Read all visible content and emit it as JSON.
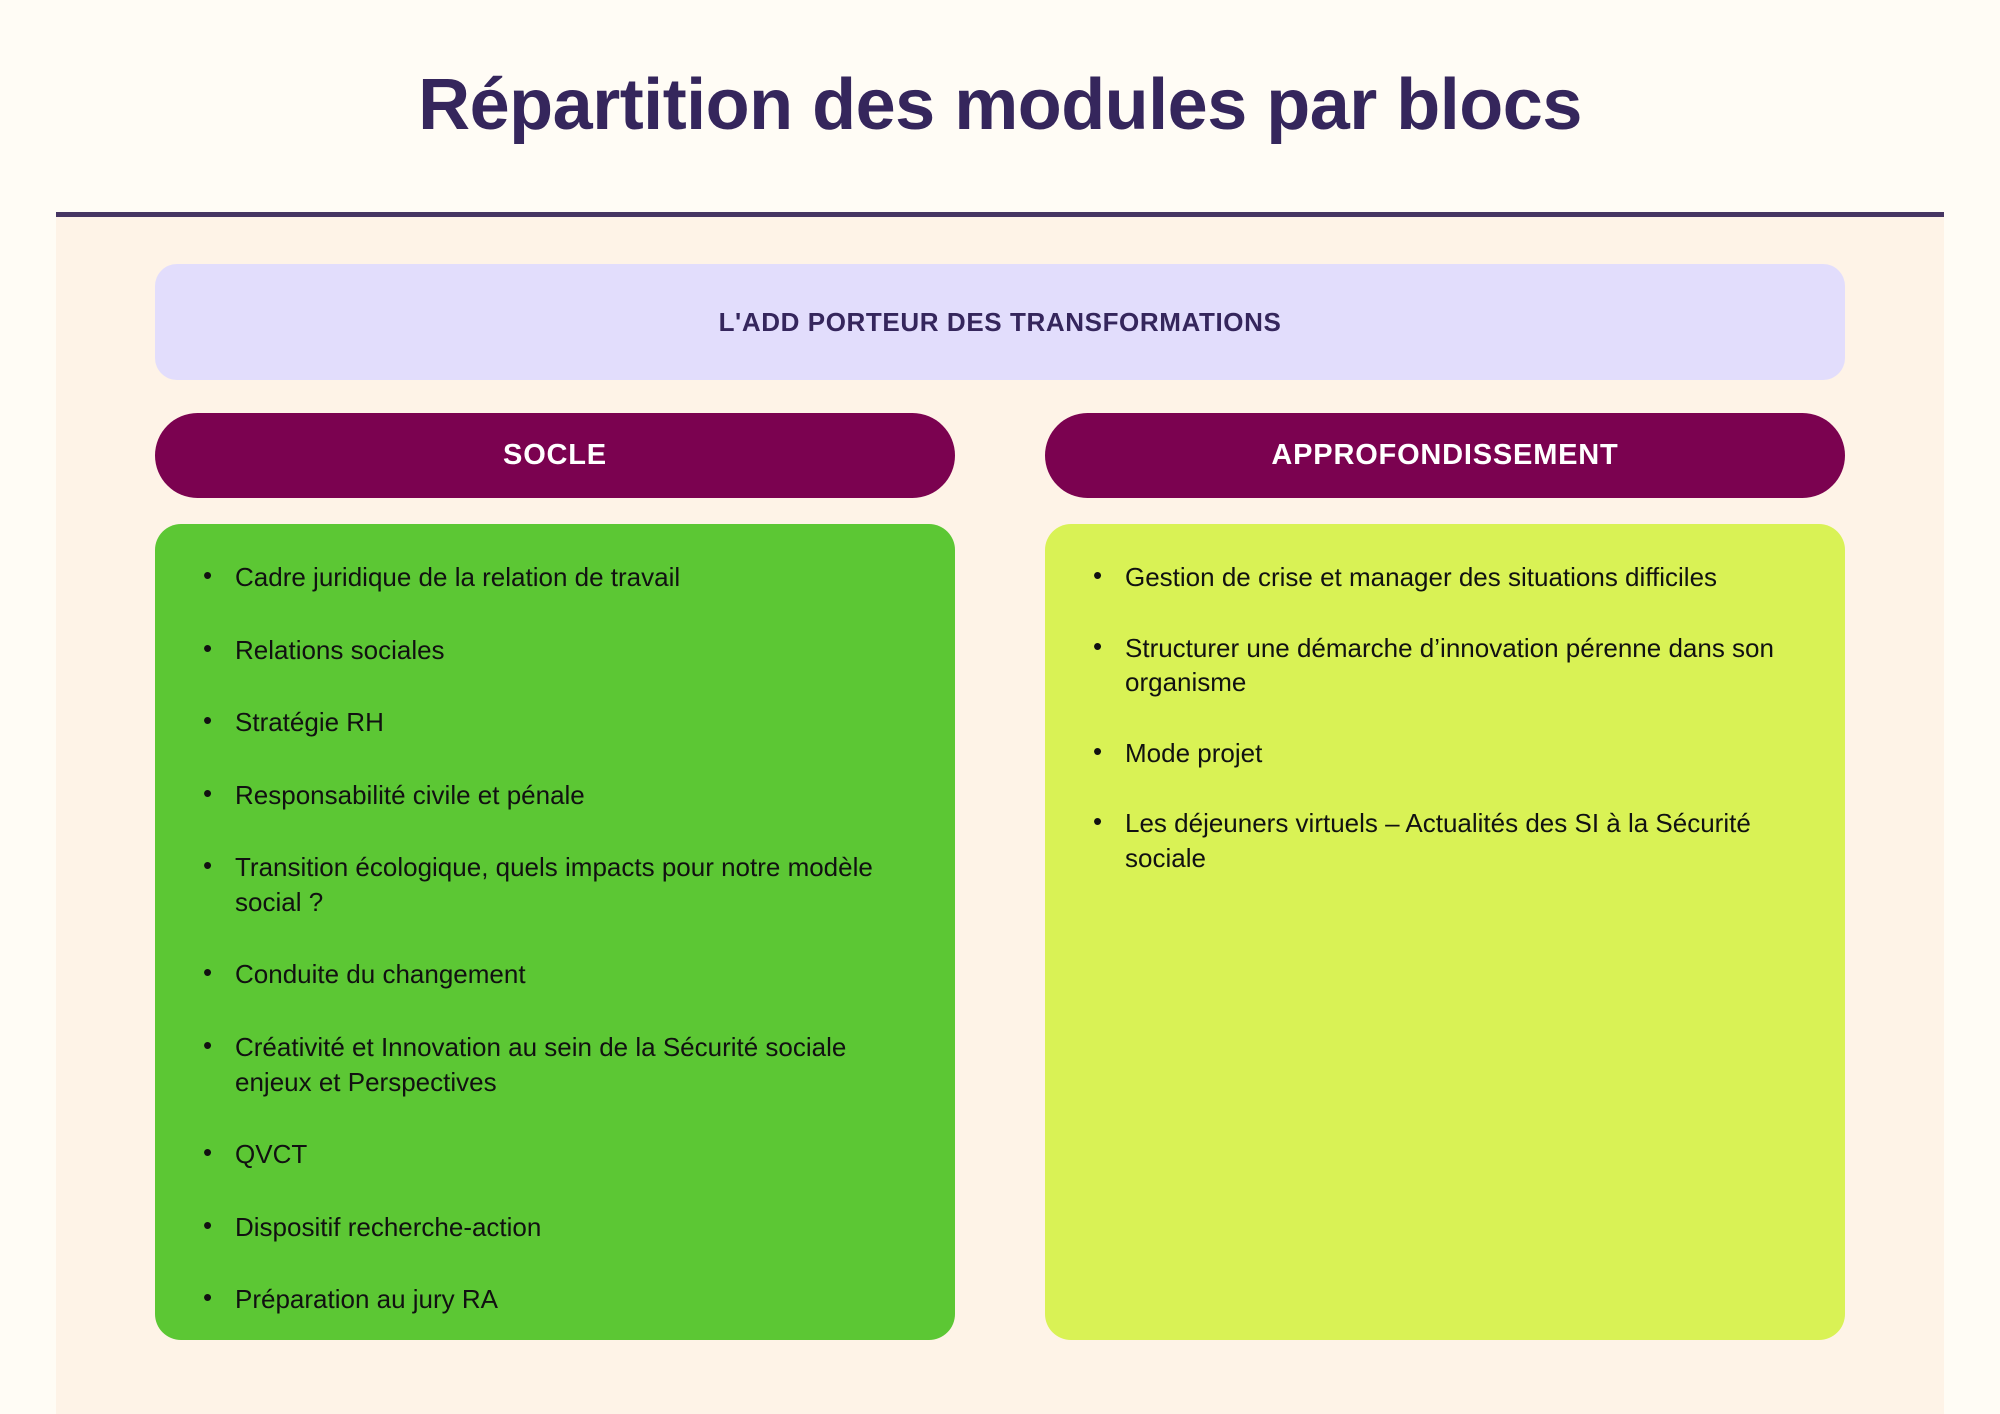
{
  "page": {
    "title": "Répartition des modules par blocs",
    "background_color": "#FFFCF5",
    "board_background_color": "#FEF3E7",
    "title_color": "#35265C",
    "divider_color": "#463562"
  },
  "banner": {
    "label": "L'ADD PORTEUR DES TRANSFORMATIONS",
    "background_color": "#E2DDFC",
    "text_color": "#35265C"
  },
  "columns": [
    {
      "header": "SOCLE",
      "header_background_color": "#7B0250",
      "header_text_color": "#FFFFFF",
      "panel_background_color": "#5CC734",
      "items": [
        "Cadre juridique de la relation de travail",
        "Relations sociales",
        "Stratégie RH",
        "Responsabilité civile et pénale",
        "Transition écologique, quels impacts pour notre modèle social ?",
        "Conduite du changement",
        "Créativité et Innovation au sein de la Sécurité sociale enjeux et Perspectives",
        "QVCT",
        "Dispositif recherche-action",
        "Préparation au jury RA"
      ]
    },
    {
      "header": "APPROFONDISSEMENT",
      "header_background_color": "#7B0250",
      "header_text_color": "#FFFFFF",
      "panel_background_color": "#D9F255",
      "items": [
        "Gestion de crise et manager des situations difficiles",
        "Structurer une démarche d’innovation pérenne dans son organisme",
        "Mode projet",
        "Les déjeuners virtuels – Actualités des SI à la Sécurité sociale"
      ]
    }
  ]
}
